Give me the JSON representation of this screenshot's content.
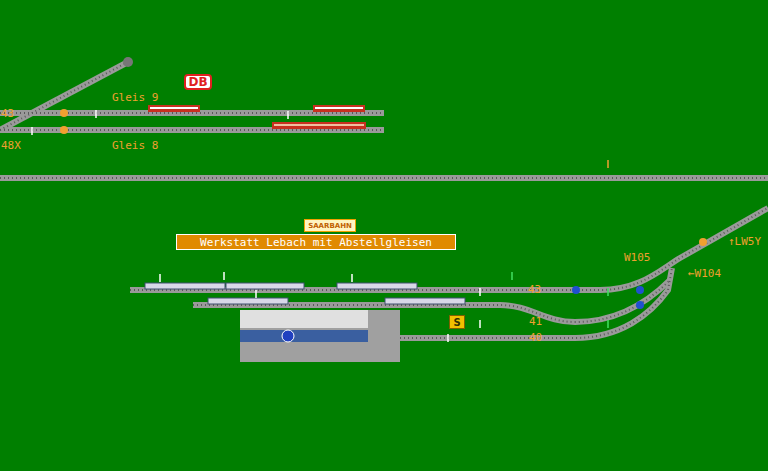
{
  "diagram": {
    "nodes": [
      {
        "text": [
          "DB"
        ]
      },
      {
        "text": [
          "SAARBAHN"
        ]
      },
      {
        "text": [
          "Werkstatt Lebach mit Abstellgleisen"
        ]
      },
      {
        "text": [
          "S"
        ]
      }
    ],
    "labels": [
      "Gleis 9",
      "Gleis 8",
      "43",
      "48X",
      "W105",
      "←W104",
      "↑LW5Y",
      "43",
      "41",
      "40"
    ]
  }
}
